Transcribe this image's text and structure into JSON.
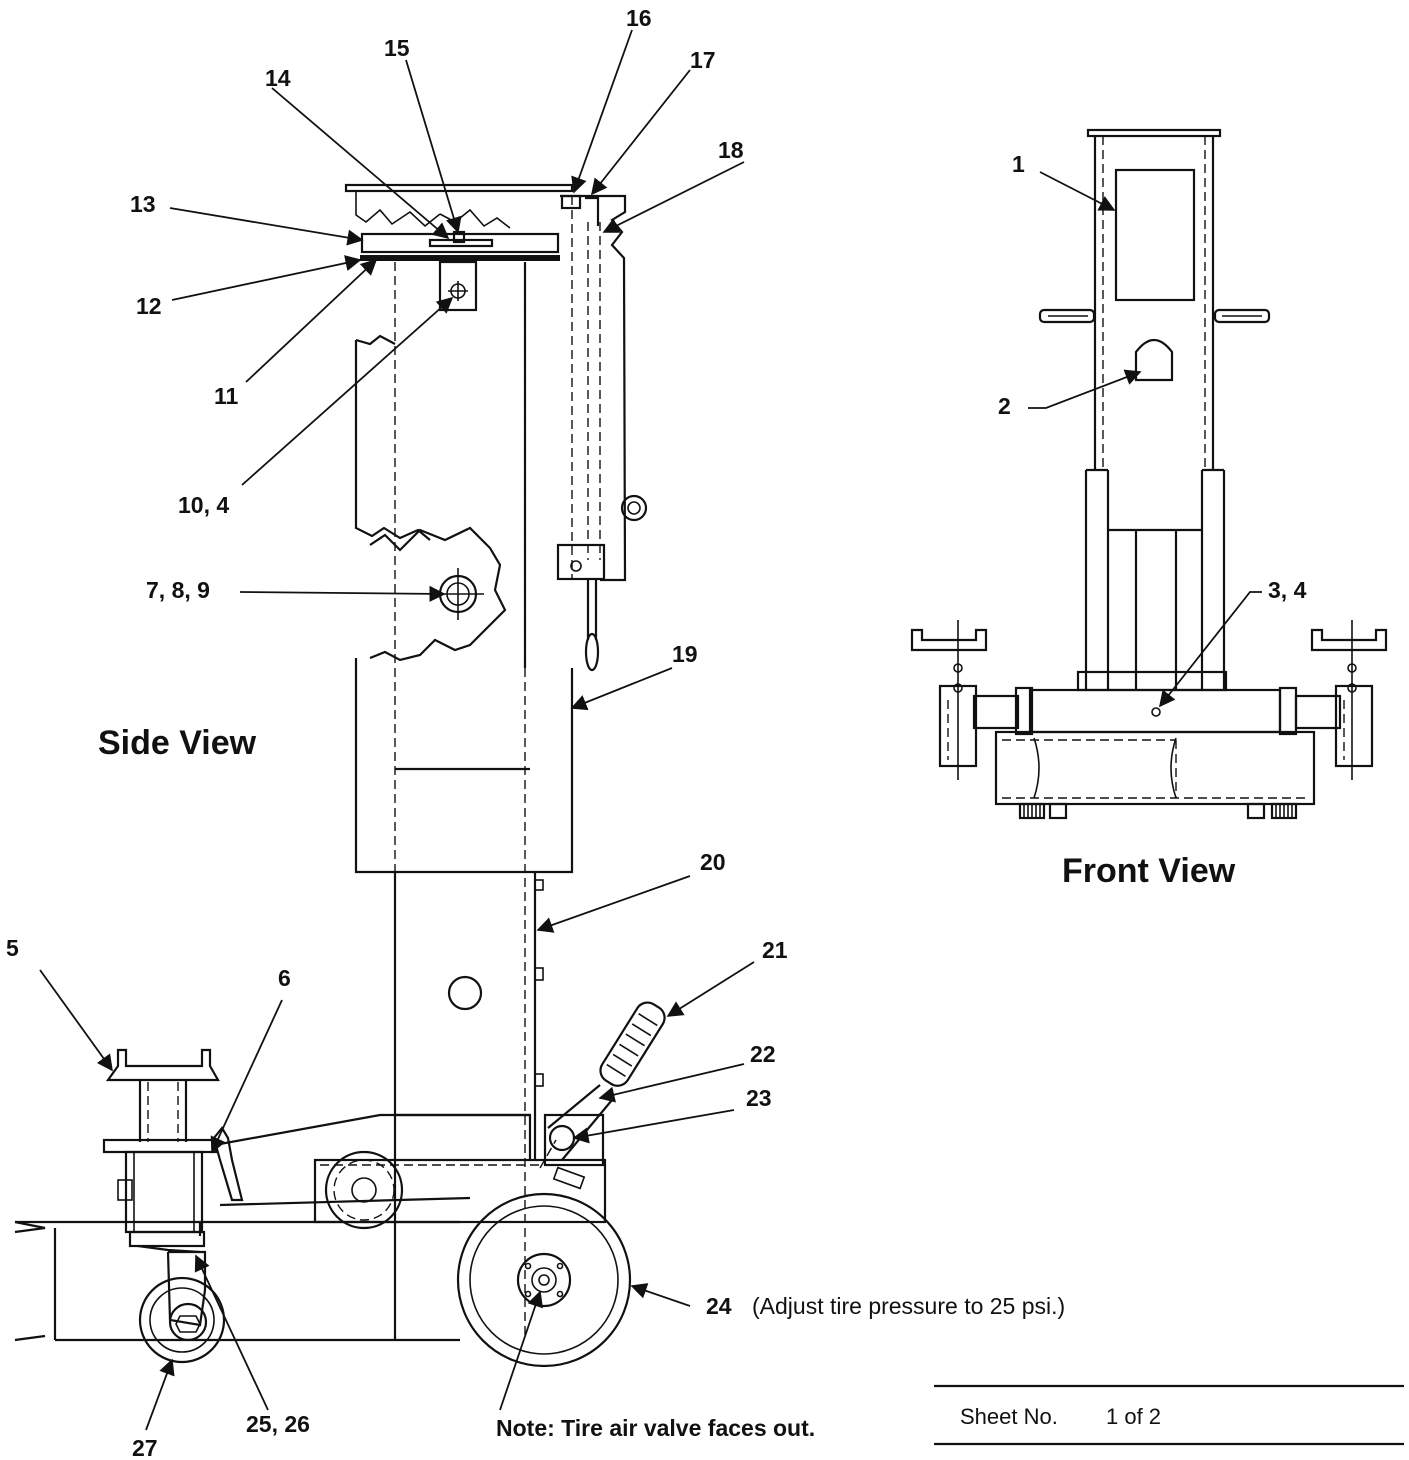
{
  "labels": {
    "p1": "1",
    "p2": "2",
    "p3_4": "3, 4",
    "p5": "5",
    "p6": "6",
    "p7_8_9": "7, 8, 9",
    "p10_4": "10, 4",
    "p11": "11",
    "p12": "12",
    "p13": "13",
    "p14": "14",
    "p15": "15",
    "p16": "16",
    "p17": "17",
    "p18": "18",
    "p19": "19",
    "p20": "20",
    "p21": "21",
    "p22": "22",
    "p23": "23",
    "p24": "24",
    "p24_note": "(Adjust tire pressure to 25 psi.)",
    "p25_26": "25, 26",
    "p27": "27"
  },
  "views": {
    "side": "Side View",
    "front": "Front View"
  },
  "notes": {
    "valve": "Note: Tire air valve faces out."
  },
  "sheet": {
    "label": "Sheet No.",
    "value": "1 of 2"
  }
}
